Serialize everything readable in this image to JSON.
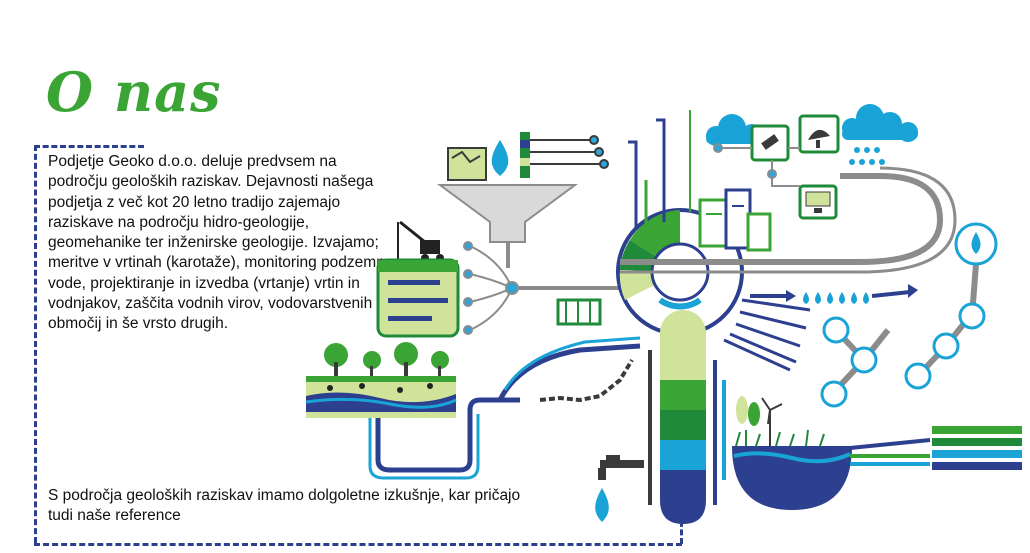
{
  "heading": "O nas",
  "paragraph": "Podjetje Geoko d.o.o. deluje predvsem na področju geoloških raziskav. Dejavnosti našega podjetja z več kot 20 letno tradijo zajemajo raziskave na področju hidro-geologije, geomehanike ter inženirske geologije. Izvajamo; meritve v vrtinah (karotaže), monitoring podzemne vode, projektiranje in izvedba (vrtanje) vrtin in vodnjakov, zaščita vodnih virov, vodovarstvenih območij in še vrsto drugih.",
  "footer_text": "S področja geoloških raziskav imamo dolgoletne izkušnje, kar pričajo tudi naše reference",
  "colors": {
    "green": "#3aa435",
    "dark_green": "#1e8a3a",
    "navy": "#2d3f8f",
    "cyan": "#19a3d6",
    "gray": "#8c8c8c",
    "light_green": "#cfe39a"
  },
  "icons": [
    "map-icon",
    "water-drop-icon",
    "satellite-icon",
    "radar-dish-icon",
    "monitor-icon",
    "drill-rig-icon",
    "trees-icon",
    "wind-turbine-icon",
    "tap-icon",
    "cloud-icon"
  ]
}
